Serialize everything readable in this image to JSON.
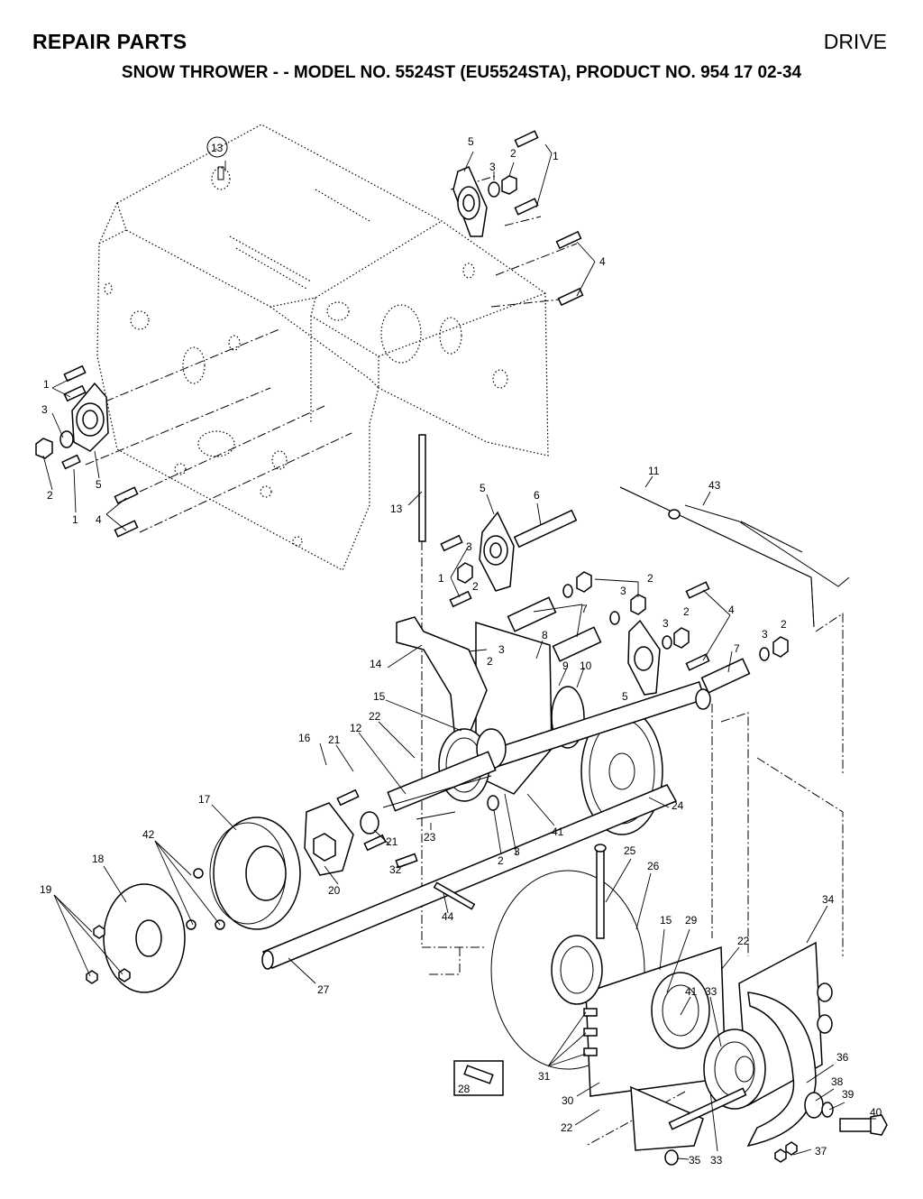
{
  "header": {
    "left": "REPAIR PARTS",
    "right": "DRIVE",
    "subtitle": "SNOW THROWER - - MODEL NO. 5524ST (EU5524STA), PRODUCT NO. 954 17 02-34"
  },
  "callouts": [
    {
      "id": "c13a",
      "text": "13"
    },
    {
      "id": "c5a",
      "text": "5"
    },
    {
      "id": "c3a",
      "text": "3"
    },
    {
      "id": "c2a",
      "text": "2"
    },
    {
      "id": "c1a",
      "text": "1"
    },
    {
      "id": "c4a",
      "text": "4"
    },
    {
      "id": "c1b",
      "text": "1"
    },
    {
      "id": "c3b",
      "text": "3"
    },
    {
      "id": "c2b",
      "text": "2"
    },
    {
      "id": "c5b",
      "text": "5"
    },
    {
      "id": "c1c",
      "text": "1"
    },
    {
      "id": "c4b",
      "text": "4"
    },
    {
      "id": "c13b",
      "text": "13"
    },
    {
      "id": "c11",
      "text": "11"
    },
    {
      "id": "c43",
      "text": "43"
    },
    {
      "id": "c5c",
      "text": "5"
    },
    {
      "id": "c6",
      "text": "6"
    },
    {
      "id": "c3c",
      "text": "3"
    },
    {
      "id": "c1d",
      "text": "1"
    },
    {
      "id": "c2c",
      "text": "2"
    },
    {
      "id": "c2d",
      "text": "2"
    },
    {
      "id": "c3d",
      "text": "3"
    },
    {
      "id": "c7a",
      "text": "7"
    },
    {
      "id": "c4c",
      "text": "4"
    },
    {
      "id": "c2e",
      "text": "2"
    },
    {
      "id": "c3e",
      "text": "3"
    },
    {
      "id": "c3f",
      "text": "3"
    },
    {
      "id": "c2f",
      "text": "2"
    },
    {
      "id": "c7b",
      "text": "7"
    },
    {
      "id": "c5d",
      "text": "5"
    },
    {
      "id": "c8",
      "text": "8"
    },
    {
      "id": "c14",
      "text": "14"
    },
    {
      "id": "c3g",
      "text": "3"
    },
    {
      "id": "c2g",
      "text": "2"
    },
    {
      "id": "c9",
      "text": "9"
    },
    {
      "id": "c10",
      "text": "10"
    },
    {
      "id": "c15a",
      "text": "15"
    },
    {
      "id": "c16",
      "text": "16"
    },
    {
      "id": "c21a",
      "text": "21"
    },
    {
      "id": "c12",
      "text": "12"
    },
    {
      "id": "c22a",
      "text": "22"
    },
    {
      "id": "c17",
      "text": "17"
    },
    {
      "id": "c24",
      "text": "24"
    },
    {
      "id": "c41a",
      "text": "41"
    },
    {
      "id": "c2h",
      "text": "2"
    },
    {
      "id": "c3h",
      "text": "3"
    },
    {
      "id": "c21b",
      "text": "21"
    },
    {
      "id": "c23",
      "text": "23"
    },
    {
      "id": "c42",
      "text": "42"
    },
    {
      "id": "c18",
      "text": "18"
    },
    {
      "id": "c20",
      "text": "20"
    },
    {
      "id": "c32",
      "text": "32"
    },
    {
      "id": "c25",
      "text": "25"
    },
    {
      "id": "c26",
      "text": "26"
    },
    {
      "id": "c19",
      "text": "19"
    },
    {
      "id": "c44",
      "text": "44"
    },
    {
      "id": "c34",
      "text": "34"
    },
    {
      "id": "c15b",
      "text": "15"
    },
    {
      "id": "c29",
      "text": "29"
    },
    {
      "id": "c22b",
      "text": "22"
    },
    {
      "id": "c27",
      "text": "27"
    },
    {
      "id": "c41b",
      "text": "41"
    },
    {
      "id": "c33a",
      "text": "33"
    },
    {
      "id": "c36",
      "text": "36"
    },
    {
      "id": "c38",
      "text": "38"
    },
    {
      "id": "c39",
      "text": "39"
    },
    {
      "id": "c40",
      "text": "40"
    },
    {
      "id": "c31",
      "text": "31"
    },
    {
      "id": "c28",
      "text": "28"
    },
    {
      "id": "c30",
      "text": "30"
    },
    {
      "id": "c22c",
      "text": "22"
    },
    {
      "id": "c35",
      "text": "35"
    },
    {
      "id": "c33b",
      "text": "33"
    },
    {
      "id": "c37",
      "text": "37"
    }
  ]
}
